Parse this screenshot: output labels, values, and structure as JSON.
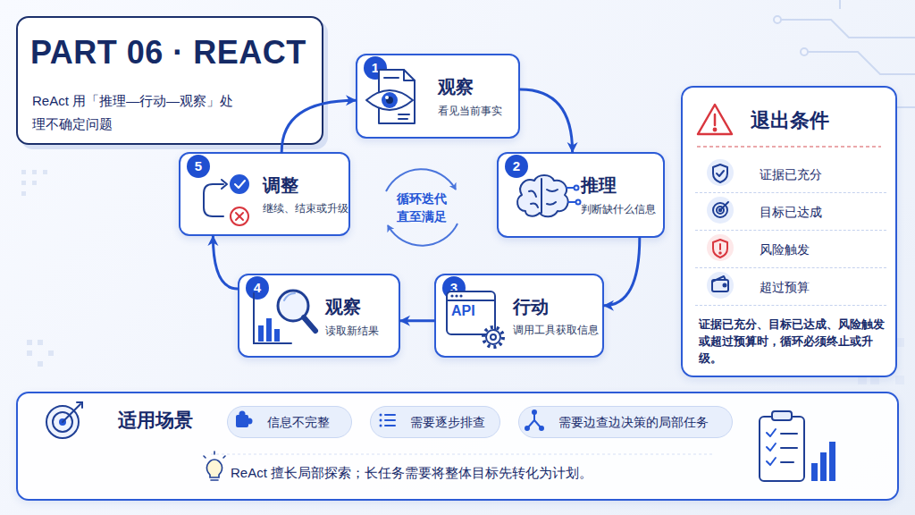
{
  "diagram": {
    "title": "PART 06 · REACT",
    "caption": "ReAct 用「推理—行动—观察」处理不确定问题",
    "nodes": [
      {
        "text": [
          "1",
          "观察",
          "看见当前事实"
        ]
      },
      {
        "text": [
          "2",
          "推理",
          "判断缺什么信息"
        ]
      },
      {
        "text": [
          "3",
          "行动",
          "调用工具获取信息"
        ]
      },
      {
        "text": [
          "4",
          "观察",
          "读取新结果"
        ]
      },
      {
        "text": [
          "5",
          "调整",
          "继续、结束或升级"
        ]
      },
      {
        "text": [
          "循环迭代 直至满足"
        ]
      },
      {
        "text": [
          "退出条件",
          "证据已充分、目标已达成、风险触发或超过预算时，循环必须终止或升级。"
        ]
      },
      {
        "text": [
          "证据已充分"
        ],
        "in": 6
      },
      {
        "text": [
          "目标已达成"
        ],
        "in": 6
      },
      {
        "text": [
          "风险触发"
        ],
        "in": 6
      },
      {
        "text": [
          "超过预算"
        ],
        "in": 6
      },
      {
        "text": [
          "适用场景",
          "ReAct 擅长局部探索；长任务需要将整体目标先转化为计划。"
        ]
      },
      {
        "text": [
          "信息不完整"
        ],
        "in": 11
      },
      {
        "text": [
          "需要逐步排查"
        ],
        "in": 11
      },
      {
        "text": [
          "需要边查边决策的局部任务"
        ],
        "in": 11
      }
    ],
    "edges": [
      {
        "from": 0,
        "to": 1,
        "arrow": "to"
      },
      {
        "from": 1,
        "to": 2,
        "arrow": "to"
      },
      {
        "from": 2,
        "to": 3,
        "arrow": "to"
      },
      {
        "from": 3,
        "to": 4,
        "arrow": "to"
      },
      {
        "from": 4,
        "to": 0,
        "arrow": "to"
      }
    ],
    "labels": [
      "API"
    ]
  }
}
